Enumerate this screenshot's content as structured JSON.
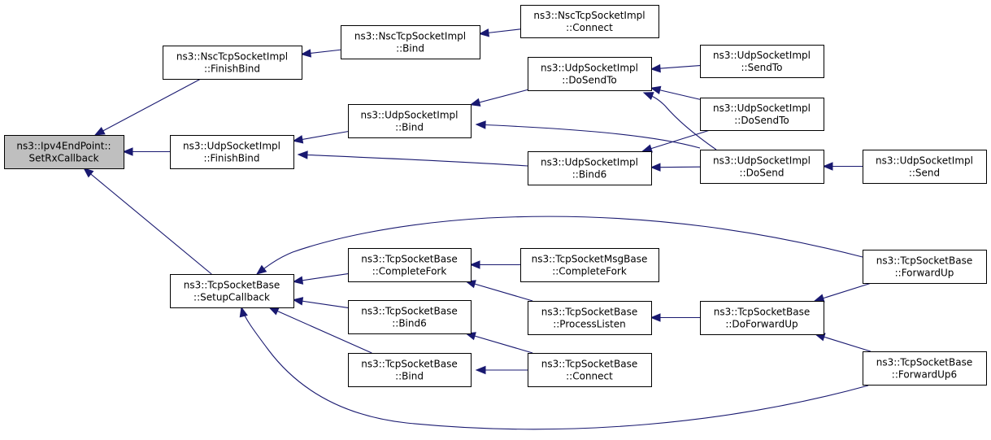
{
  "edge_color": "#191970",
  "root_fill": "#bfbfbf",
  "nodes": [
    {
      "id": "root",
      "root": true,
      "line1": "ns3::Ipv4EndPoint::",
      "line2": "SetRxCallback"
    },
    {
      "id": "nsc_finishbind",
      "line1": "ns3::NscTcpSocketImpl",
      "line2": "::FinishBind"
    },
    {
      "id": "nsc_bind",
      "line1": "ns3::NscTcpSocketImpl",
      "line2": "::Bind"
    },
    {
      "id": "nsc_connect",
      "line1": "ns3::NscTcpSocketImpl",
      "line2": "::Connect"
    },
    {
      "id": "udp_finishbind",
      "line1": "ns3::UdpSocketImpl",
      "line2": "::FinishBind"
    },
    {
      "id": "udp_bind",
      "line1": "ns3::UdpSocketImpl",
      "line2": "::Bind"
    },
    {
      "id": "udp_dosendto_a",
      "line1": "ns3::UdpSocketImpl",
      "line2": "::DoSendTo"
    },
    {
      "id": "udp_sendto",
      "line1": "ns3::UdpSocketImpl",
      "line2": "::SendTo"
    },
    {
      "id": "udp_dosendto_b",
      "line1": "ns3::UdpSocketImpl",
      "line2": "::DoSendTo"
    },
    {
      "id": "udp_bind6",
      "line1": "ns3::UdpSocketImpl",
      "line2": "::Bind6"
    },
    {
      "id": "udp_dosend",
      "line1": "ns3::UdpSocketImpl",
      "line2": "::DoSend"
    },
    {
      "id": "udp_send",
      "line1": "ns3::UdpSocketImpl",
      "line2": "::Send"
    },
    {
      "id": "tcp_setupcallback",
      "line1": "ns3::TcpSocketBase",
      "line2": "::SetupCallback"
    },
    {
      "id": "tcp_completefork",
      "line1": "ns3::TcpSocketBase",
      "line2": "::CompleteFork"
    },
    {
      "id": "tcpmsg_completefork",
      "line1": "ns3::TcpSocketMsgBase",
      "line2": "::CompleteFork"
    },
    {
      "id": "tcp_bind6",
      "line1": "ns3::TcpSocketBase",
      "line2": "::Bind6"
    },
    {
      "id": "tcp_processlisten",
      "line1": "ns3::TcpSocketBase",
      "line2": "::ProcessListen"
    },
    {
      "id": "tcp_doforwardup",
      "line1": "ns3::TcpSocketBase",
      "line2": "::DoForwardUp"
    },
    {
      "id": "tcp_forwardup",
      "line1": "ns3::TcpSocketBase",
      "line2": "::ForwardUp"
    },
    {
      "id": "tcp_bind",
      "line1": "ns3::TcpSocketBase",
      "line2": "::Bind"
    },
    {
      "id": "tcp_connect",
      "line1": "ns3::TcpSocketBase",
      "line2": "::Connect"
    },
    {
      "id": "tcp_forwardup6",
      "line1": "ns3::TcpSocketBase",
      "line2": "::ForwardUp6"
    }
  ],
  "edges": [
    {
      "from": "nsc_finishbind",
      "to": "root"
    },
    {
      "from": "udp_finishbind",
      "to": "root"
    },
    {
      "from": "tcp_setupcallback",
      "to": "root"
    },
    {
      "from": "nsc_bind",
      "to": "nsc_finishbind"
    },
    {
      "from": "nsc_connect",
      "to": "nsc_bind"
    },
    {
      "from": "udp_bind",
      "to": "udp_finishbind"
    },
    {
      "from": "udp_bind6",
      "to": "udp_finishbind"
    },
    {
      "from": "udp_dosendto_a",
      "to": "udp_bind"
    },
    {
      "from": "udp_dosend",
      "to": "udp_bind"
    },
    {
      "from": "udp_sendto",
      "to": "udp_dosendto_a"
    },
    {
      "from": "udp_dosendto_b",
      "to": "udp_dosendto_a"
    },
    {
      "from": "udp_dosend",
      "to": "udp_dosendto_a"
    },
    {
      "from": "udp_dosendto_b",
      "to": "udp_bind6"
    },
    {
      "from": "udp_dosend",
      "to": "udp_bind6"
    },
    {
      "from": "udp_send",
      "to": "udp_dosend"
    },
    {
      "from": "tcp_completefork",
      "to": "tcp_setupcallback"
    },
    {
      "from": "tcp_bind6",
      "to": "tcp_setupcallback"
    },
    {
      "from": "tcp_bind",
      "to": "tcp_setupcallback"
    },
    {
      "from": "tcp_forwardup",
      "to": "tcp_setupcallback"
    },
    {
      "from": "tcp_forwardup6",
      "to": "tcp_setupcallback"
    },
    {
      "from": "tcpmsg_completefork",
      "to": "tcp_completefork"
    },
    {
      "from": "tcp_processlisten",
      "to": "tcp_completefork"
    },
    {
      "from": "tcp_connect",
      "to": "tcp_bind6"
    },
    {
      "from": "tcp_connect",
      "to": "tcp_bind"
    },
    {
      "from": "tcp_doforwardup",
      "to": "tcp_processlisten"
    },
    {
      "from": "tcp_forwardup",
      "to": "tcp_doforwardup"
    },
    {
      "from": "tcp_forwardup6",
      "to": "tcp_doforwardup"
    }
  ]
}
